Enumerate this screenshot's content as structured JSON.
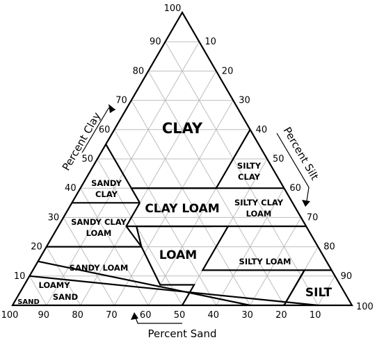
{
  "diagram": {
    "type": "soil-texture-triangle",
    "apex_label": "100",
    "left_ticks": [
      "10",
      "20",
      "30",
      "40",
      "50",
      "60",
      "70",
      "80",
      "90"
    ],
    "right_ticks": [
      "10",
      "20",
      "30",
      "40",
      "50",
      "60",
      "70",
      "80",
      "90"
    ],
    "right_end_label": "100",
    "bottom_ticks": [
      "100",
      "90",
      "80",
      "70",
      "60",
      "50",
      "40",
      "30",
      "20",
      "10"
    ],
    "axis_labels": {
      "clay": "Percent Clay",
      "silt": "Percent Silt",
      "sand": "Percent Sand"
    },
    "regions": {
      "clay": "CLAY",
      "silty_clay_1": "SILTY",
      "silty_clay_2": "CLAY",
      "sandy_clay_1": "SANDY",
      "sandy_clay_2": "CLAY",
      "clay_loam": "CLAY LOAM",
      "silty_clay_loam_1": "SILTY CLAY",
      "silty_clay_loam_2": "LOAM",
      "sandy_clay_loam_1": "SANDY CLAY",
      "sandy_clay_loam_2": "LOAM",
      "loam": "LOAM",
      "sandy_loam": "SANDY LOAM",
      "silty_loam": "SILTY LOAM",
      "loamy_sand_1": "LOAMY",
      "loamy_sand_2": "SAND",
      "sand": "SAND",
      "silt": "SILT"
    }
  }
}
